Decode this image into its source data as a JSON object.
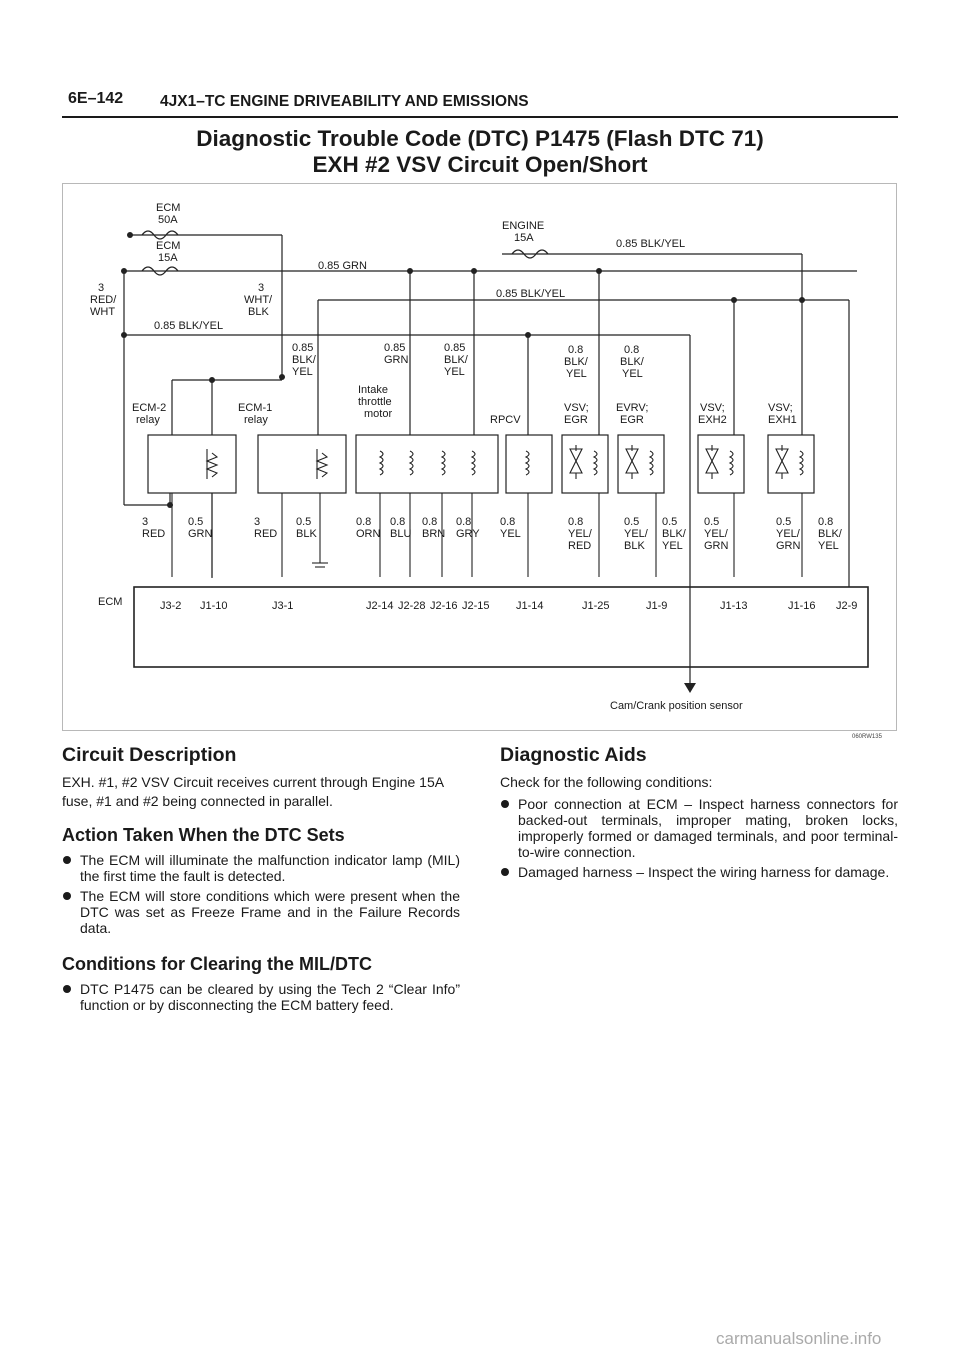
{
  "header": {
    "page_number": "6E–142",
    "section_title": "4JX1–TC ENGINE DRIVEABILITY AND EMISSIONS"
  },
  "title": {
    "line1": "Diagnostic Trouble Code (DTC) P1475 (Flash DTC 71)",
    "line2": "EXH #2 VSV Circuit Open/Short"
  },
  "diagram": {
    "fuses": {
      "ecm50": [
        "ECM",
        "50A"
      ],
      "ecm15": [
        "ECM",
        "15A"
      ],
      "engine15": [
        "ENGINE",
        "15A"
      ]
    },
    "wire_labels": {
      "grn_085": "0.85 GRN",
      "blkyel_085": "0.85 BLK/YEL",
      "blkyel_085_top": "0.85 BLK/YEL",
      "blkyel_085_left": "0.85 BLK/YEL",
      "red_wht": [
        "3",
        "RED/",
        "WHT"
      ],
      "wht_blk": [
        "3",
        "WHT/",
        "BLK"
      ],
      "blk_yel_a": [
        "0.85",
        "BLK/",
        "YEL"
      ],
      "grn_b": [
        "0.85",
        "GRN"
      ],
      "blk_yel_c": [
        "0.85",
        "BLK/",
        "YEL"
      ],
      "blk_yel_d": [
        "0.8",
        "BLK/",
        "YEL"
      ],
      "blk_yel_e": [
        "0.8",
        "BLK/",
        "YEL"
      ]
    },
    "components": {
      "ecm2": [
        "ECM-2",
        "relay"
      ],
      "ecm1": [
        "ECM-1",
        "relay"
      ],
      "itm": [
        "Intake",
        "throttle",
        "motor"
      ],
      "rpcv": "RPCV",
      "vsv_egr": [
        "VSV;",
        "EGR"
      ],
      "evrv_egr": [
        "EVRV;",
        "EGR"
      ],
      "vsv_exh2": [
        "VSV;",
        "EXH2"
      ],
      "vsv_exh1": [
        "VSV;",
        "EXH1"
      ]
    },
    "bottom_wires": [
      [
        "3",
        "RED"
      ],
      [
        "0.5",
        "GRN"
      ],
      [
        "3",
        "RED"
      ],
      [
        "0.5",
        "BLK"
      ],
      [
        "0.8",
        "ORN"
      ],
      [
        "0.8",
        "BLU"
      ],
      [
        "0.8",
        "BRN"
      ],
      [
        "0.8",
        "GRY"
      ],
      [
        "0.8",
        "YEL"
      ],
      [
        "0.8",
        "YEL/",
        "RED"
      ],
      [
        "0.5",
        "YEL/",
        "BLK"
      ],
      [
        "0.5",
        "BLK/",
        "YEL"
      ],
      [
        "0.5",
        "YEL/",
        "GRN"
      ],
      [
        "0.5",
        "YEL/",
        "GRN"
      ],
      [
        "0.8",
        "BLK/",
        "YEL"
      ]
    ],
    "ecm_label": "ECM",
    "pins": [
      "J3-2",
      "J1-10",
      "J3-1",
      "J2-14",
      "J2-28",
      "J2-16",
      "J2-15",
      "J1-14",
      "J1-25",
      "J1-9",
      "J1-13",
      "J1-16",
      "J2-9"
    ],
    "sensor_label": "Cam/Crank position sensor",
    "figure_id": "060RW135"
  },
  "circuit_description": {
    "heading": "Circuit Description",
    "text": "EXH. #1, #2 VSV Circuit receives current through Engine 15A fuse, #1 and #2 being connected in parallel."
  },
  "action_taken": {
    "heading": "Action Taken When the DTC Sets",
    "items": [
      "The ECM will illuminate the malfunction indicator lamp (MIL) the first time the fault is detected.",
      "The ECM will store conditions which were present when the DTC was set as Freeze Frame and in the Failure Records data."
    ]
  },
  "conditions_clearing": {
    "heading": "Conditions for Clearing the MIL/DTC",
    "items": [
      "DTC P1475 can be cleared by using the Tech 2 “Clear Info” function or by disconnecting the ECM battery feed."
    ]
  },
  "diagnostic_aids": {
    "heading": "Diagnostic Aids",
    "intro": "Check for the following conditions:",
    "items": [
      "Poor connection at ECM – Inspect harness connectors for backed-out terminals, improper mating, broken locks, improperly formed or damaged terminals, and poor terminal-to-wire connection.",
      "Damaged harness – Inspect the wiring harness for damage."
    ]
  },
  "watermark": "carmanualsonline.info"
}
